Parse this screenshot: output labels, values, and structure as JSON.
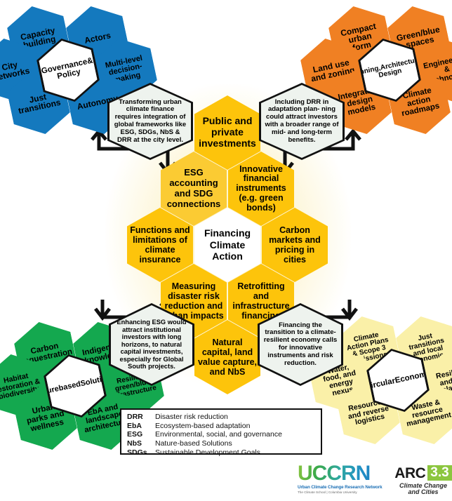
{
  "figure": {
    "title": "Financing Climate Action — UCCRN ARC3.3 hexagon infographic",
    "colors": {
      "blue": "#1479BE",
      "orange": "#F08023",
      "green": "#14A84F",
      "gold": "#FDC40B",
      "amber": "#FBCB33",
      "pale_yellow": "#FAF0A8",
      "callout_fill": "#EEF3EE",
      "arc_green": "#8CC63F"
    }
  },
  "clusters": {
    "governance": {
      "center_label": "Governance\n& Policy",
      "center_line1": "Governance",
      "center_line2": "& Policy",
      "color": "blue",
      "petals": [
        {
          "label": "Capacity\nbuilding",
          "l1": "Capacity",
          "l2": "building"
        },
        {
          "label": "Actors",
          "l1": "Actors",
          "l2": ""
        },
        {
          "label": "Multi-level\ndecision-\nmaking",
          "l1": "Multi-level",
          "l2": "decision-",
          "l3": "making"
        },
        {
          "label": "Autonomy",
          "l1": "Autonomy",
          "l2": ""
        },
        {
          "label": "Just\ntransitions",
          "l1": "Just",
          "l2": "transitions"
        },
        {
          "label": "City\nnetworks",
          "l1": "City",
          "l2": "networks"
        }
      ]
    },
    "planning": {
      "center_label": "Planning,\nArchitecture,\n& Design",
      "center_line1": "Planning,",
      "center_line2": "Architecture,",
      "center_line3": "& Design",
      "color": "orange",
      "petals": [
        {
          "label": "Compact\nurban\nform",
          "l1": "Compact",
          "l2": "urban",
          "l3": "form"
        },
        {
          "label": "Green/blue\nspaces",
          "l1": "Green/blue",
          "l2": "spaces"
        },
        {
          "label": "Engineering\n&\ntechnology",
          "l1": "Engineering",
          "l2": "&",
          "l3": "technology"
        },
        {
          "label": "Climate\naction\nroadmaps",
          "l1": "Climate",
          "l2": "action",
          "l3": "roadmaps"
        },
        {
          "label": "Integrative\ndesign\nmodels",
          "l1": "Integrative",
          "l2": "design",
          "l3": "models"
        },
        {
          "label": "Land use\nand zoning",
          "l1": "Land use",
          "l2": "and zoning"
        }
      ]
    },
    "nature": {
      "center_label": "Nature\nbased\nSolutions",
      "center_line1": "Nature",
      "center_line2": "based",
      "center_line3": "Solutions",
      "color": "green",
      "petals": [
        {
          "label": "Carbon\nsequestration",
          "l1": "Carbon",
          "l2": "sequestration"
        },
        {
          "label": "Indigenous\nknowledge",
          "l1": "Indigenous",
          "l2": "knowledge"
        },
        {
          "label": "Resilient\ngreen/blue\ninfrastructure",
          "l1": "Resilient",
          "l2": "green/blue",
          "l3": "infrastructure"
        },
        {
          "label": "EbA and\nlandscape\narchitecture",
          "l1": "EbA and",
          "l2": "landscape",
          "l3": "architecture"
        },
        {
          "label": "Urban\nparks and\nwellness",
          "l1": "Urban",
          "l2": "parks and",
          "l3": "wellness"
        },
        {
          "label": "Habitat\nrestoration &\nbiodiversity",
          "l1": "Habitat",
          "l2": "restoration &",
          "l3": "biodiversity"
        }
      ]
    },
    "circular": {
      "center_label": "Circular\nEconomy",
      "center_line1": "Circular",
      "center_line2": "Economy",
      "color": "pale_yellow",
      "petals": [
        {
          "label": "Climate\nAction Plans\n& Scope 3\nemissions",
          "l1": "Climate",
          "l2": "Action Plans",
          "l3": "& Scope 3",
          "l4": "emissions"
        },
        {
          "label": "Just\ntransitions\nand local\neconomics",
          "l1": "Just",
          "l2": "transitions",
          "l3": "and local",
          "l4": "economics"
        },
        {
          "label": "Resilience\nand local\nplanning",
          "l1": "Resilience",
          "l2": "and local",
          "l3": "planning"
        },
        {
          "label": "Waste &\nresource\nmanagement",
          "l1": "Waste &",
          "l2": "resource",
          "l3": "management"
        },
        {
          "label": "Resources\nand reverse\nlogistics",
          "l1": "Resources",
          "l2": "and reverse",
          "l3": "logistics"
        },
        {
          "label": "Water,\nfood, and\nenergy\nnexus",
          "l1": "Water,",
          "l2": "food, and",
          "l3": "energy",
          "l4": "nexus"
        }
      ]
    }
  },
  "core": {
    "center_line1": "Financing",
    "center_line2": "Climate",
    "center_line3": "Action",
    "hexes": [
      {
        "key": "public_private",
        "l1": "Public and",
        "l2": "private",
        "l3": "investments",
        "l4": ""
      },
      {
        "key": "esg_sdg",
        "l1": "ESG",
        "l2": "accounting",
        "l3": "and SDG",
        "l4": "connections"
      },
      {
        "key": "innovative_instruments",
        "l1": "Innovative",
        "l2": "financial",
        "l3": "instruments",
        "l4": "(e.g. green",
        "l5": "bonds)"
      },
      {
        "key": "climate_insurance",
        "l1": "Functions and",
        "l2": "limitations of",
        "l3": "climate",
        "l4": "insurance"
      },
      {
        "key": "carbon_markets",
        "l1": "Carbon",
        "l2": "markets and",
        "l3": "pricing in",
        "l4": "cities"
      },
      {
        "key": "measuring_drr",
        "l1": "Measuring",
        "l2": "disaster risk",
        "l3": "reduction and",
        "l4": "urban impacts"
      },
      {
        "key": "retrofitting",
        "l1": "Retrofitting",
        "l2": "and",
        "l3": "infrastructure",
        "l4": "financing"
      },
      {
        "key": "natural_capital",
        "l1": "Natural",
        "l2": "capital, land",
        "l3": "value capture,",
        "l4": "and NbS"
      }
    ]
  },
  "callouts": [
    {
      "key": "top_left",
      "text": "Transforming urban climate finance requires integration of global frameworks like ESG, SDGs, NbS & DRR at the city level.",
      "lines": [
        "Transforming",
        "urban climate finance",
        "requires integration",
        "of global frameworks",
        "like ESG, SDGs,",
        "NbS & DRR at the",
        "city level."
      ]
    },
    {
      "key": "top_right",
      "text": "Including DRR in adaptation planning could attract investors with a broader range of mid- and long-term benefits.",
      "lines": [
        "Including DRR",
        "in adaptation plan-",
        "ning could attract",
        "investors with a",
        "broader range of",
        "mid- and long-term",
        "benefits."
      ]
    },
    {
      "key": "bottom_left",
      "text": "Enhancing ESG would attract institutional investors with long horizons, to natural capital investments, especially for Global South projects.",
      "lines": [
        "Enhancing",
        "ESG would attract",
        "institutional",
        "investors with long",
        "horizons, to natural",
        "capital investments,",
        "especially for Global",
        "South projects."
      ]
    },
    {
      "key": "bottom_right",
      "text": "Financing the transition to a climate-resilient economy calls for innovative instruments and risk reduction.",
      "lines": [
        "Financing",
        "the transition to a",
        "climate-resilient",
        "economy calls for",
        "innovative",
        "instruments and",
        "risk reduction."
      ]
    }
  ],
  "legend": {
    "rows": [
      {
        "abbr": "DRR",
        "definition": "Disaster risk reduction"
      },
      {
        "abbr": "EbA",
        "definition": "Ecosystem-based adaptation"
      },
      {
        "abbr": "ESG",
        "definition": "Environmental, social, and governance"
      },
      {
        "abbr": "NbS",
        "definition": "Nature-based Solutions"
      },
      {
        "abbr": "SDGs",
        "definition": "Sustainable Development Goals"
      }
    ]
  },
  "logos": {
    "uccrn": {
      "wordmark": "UCCRN",
      "subtitle1": "Urban Climate Change Research Network",
      "subtitle2": "The Climate School | Columbia University"
    },
    "arc": {
      "name": "ARC",
      "version": "3.3",
      "tagline1": "Climate Change",
      "tagline2": "and Cities"
    }
  }
}
